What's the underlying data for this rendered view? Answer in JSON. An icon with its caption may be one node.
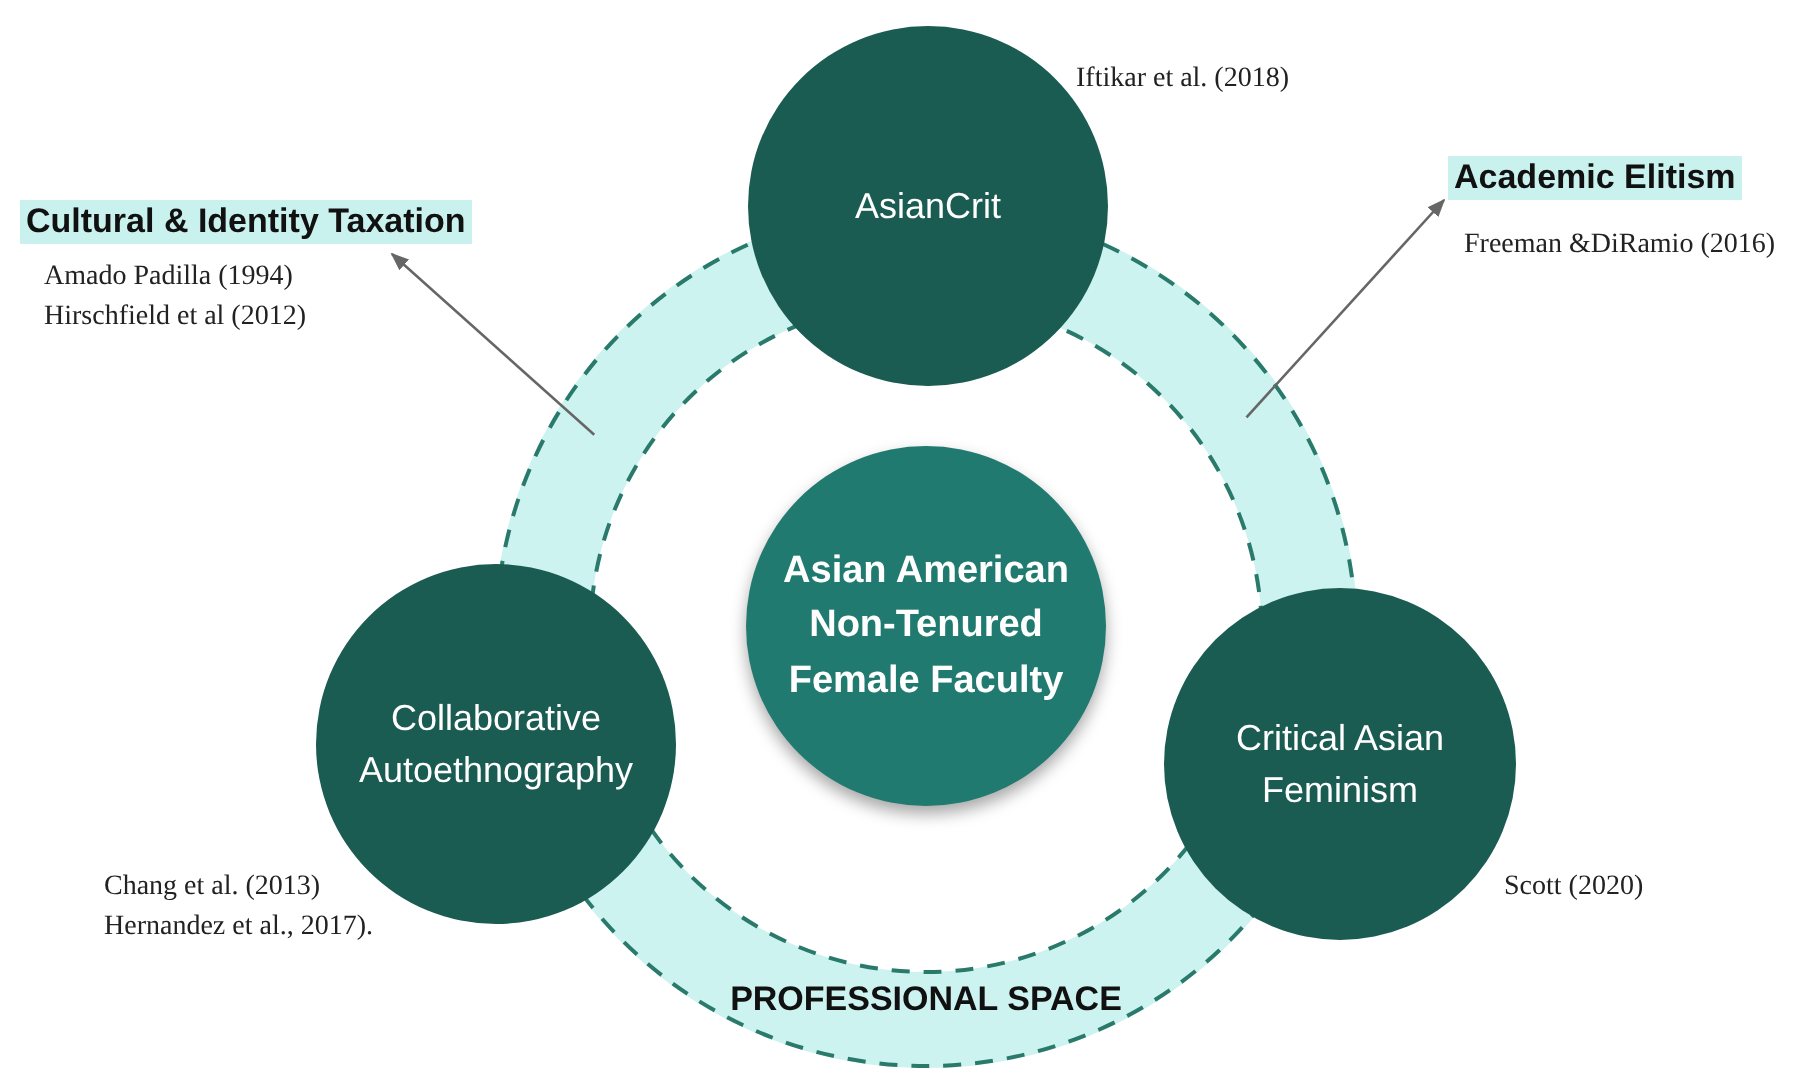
{
  "diagram": {
    "nodes": [
      {
        "text": [
          "PROFESSIONAL SPACE"
        ]
      },
      {
        "text": [
          "AsianCrit"
        ],
        "beside": [
          "Iftikar et al. (2018)"
        ]
      },
      {
        "text": [
          "Collaborative Autoethnography"
        ],
        "beside": [
          "Chang et al. (2013)",
          "Hernandez et al., 2017)."
        ]
      },
      {
        "text": [
          "Asian American Non-Tenured Female Faculty"
        ],
        "in": 0
      },
      {
        "text": [
          "Critical Asian Feminism"
        ],
        "beside": [
          "Scott (2020)"
        ]
      },
      {
        "text": [
          "Cultural & Identity Taxation"
        ],
        "beside": [
          "Amado Padilla (1994)",
          "Hirschfield et al (2012)"
        ]
      },
      {
        "text": [
          "Academic Elitism"
        ],
        "beside": [
          "Freeman &DiRamio (2016)"
        ]
      }
    ],
    "edges": [
      {
        "from": 0,
        "to": 5,
        "arrow": "to"
      },
      {
        "from": 0,
        "to": 6,
        "arrow": "to"
      }
    ]
  }
}
